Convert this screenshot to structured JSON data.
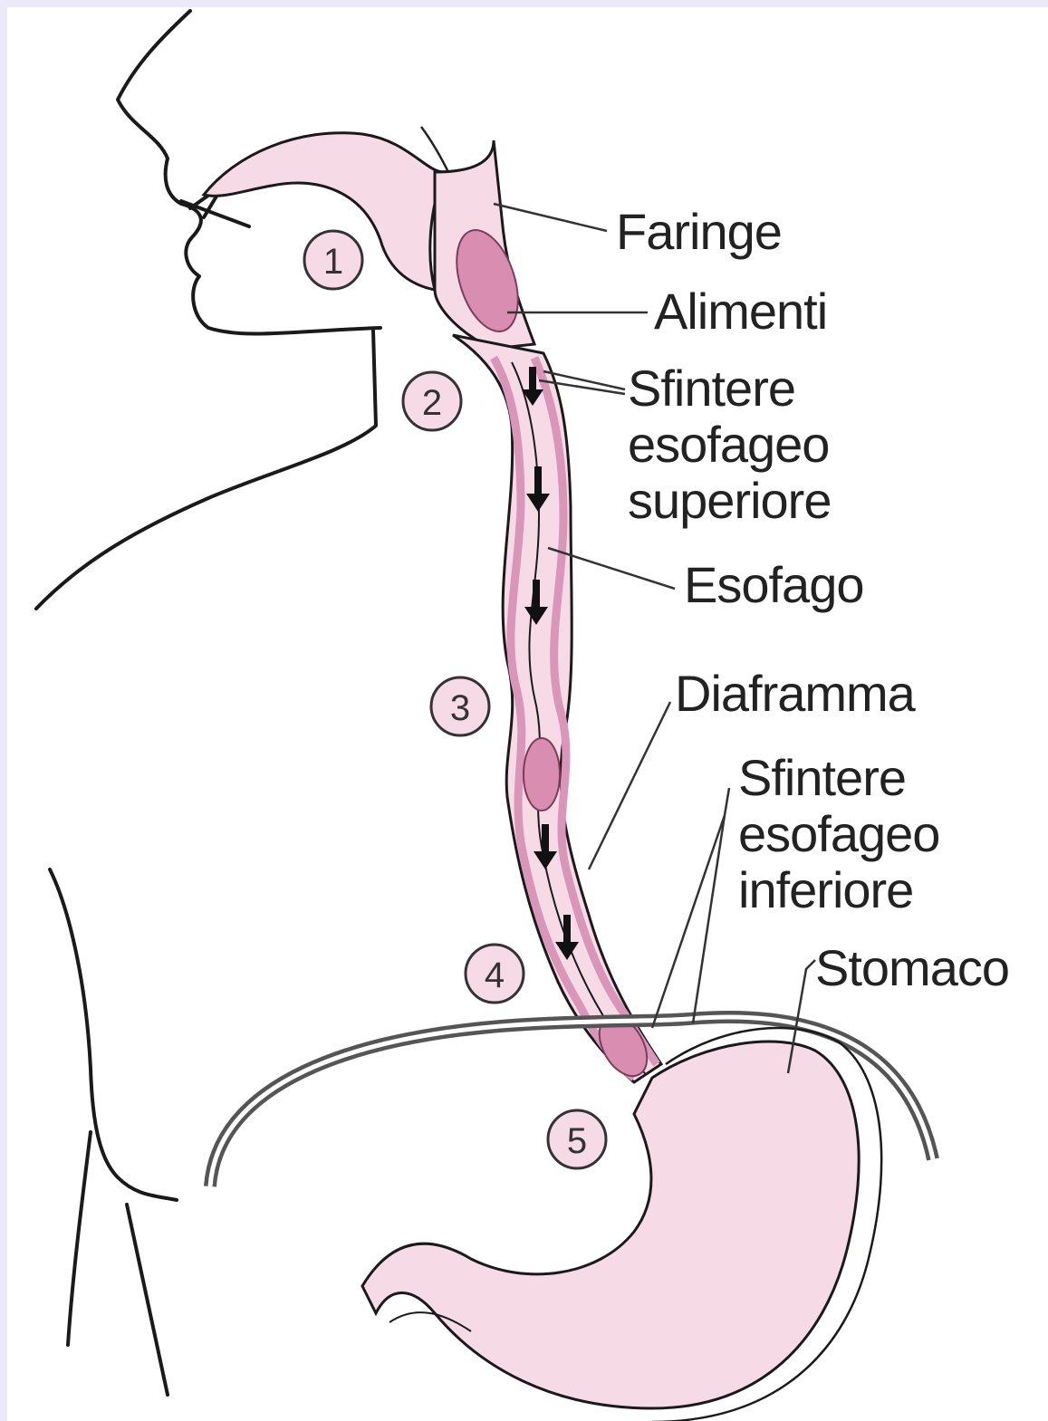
{
  "labels": {
    "pharynx": "Faringe",
    "food": "Alimenti",
    "upper_sphincter": [
      "Sfintere",
      "esofageo",
      "superiore"
    ],
    "esophagus": "Esofago",
    "diaphragm": "Diaframma",
    "lower_sphincter": [
      "Sfintere",
      "esofageo",
      "inferiore"
    ],
    "stomach": "Stomaco"
  },
  "steps": [
    "1",
    "2",
    "3",
    "4",
    "5"
  ],
  "colors": {
    "tissue": "#f6dbe6",
    "wall": "#d996b8",
    "bolus": "#d98db0",
    "ink": "#1a1a1a",
    "page_border": "#eceaf9"
  }
}
